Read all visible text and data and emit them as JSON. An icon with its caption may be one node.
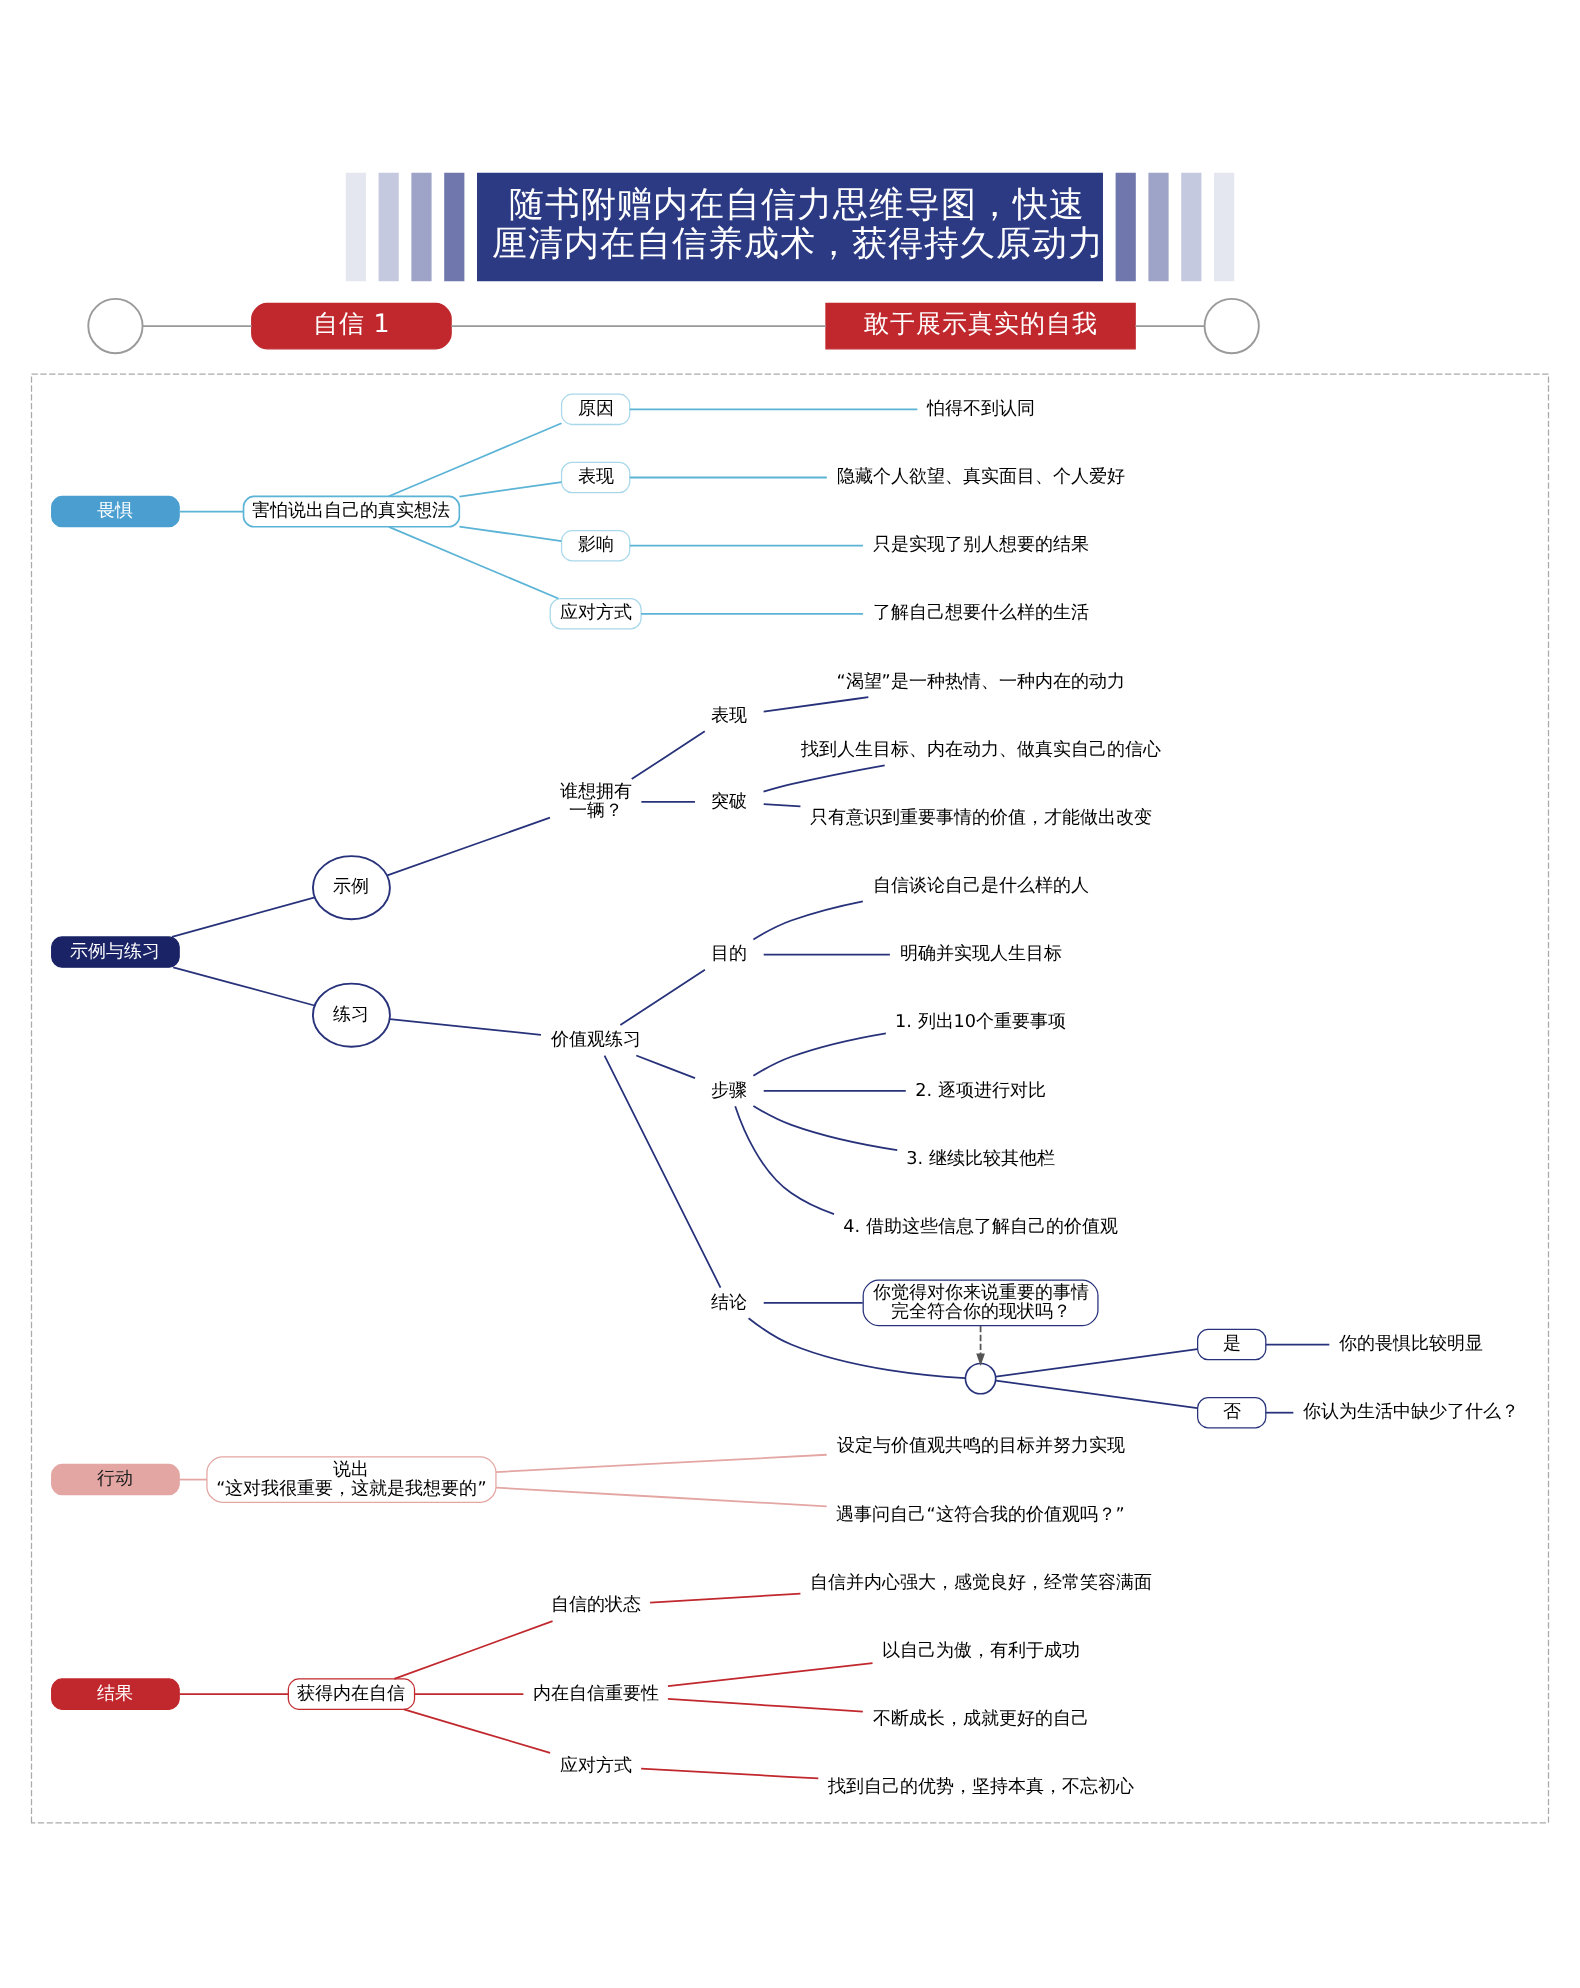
{
  "diagram": {
    "title": "随书附赠内在自信力思维导图，快速厘清内在自信养成术，获得持久原动力",
    "nodes": [
      {
        "text": [],
        "shape": "circle"
      },
      {
        "text": [
          "自信 1"
        ]
      },
      {
        "text": [
          "敢于展示真实的自我"
        ]
      },
      {
        "text": [],
        "shape": "circle"
      },
      {
        "text": [],
        "shape": "box"
      },
      {
        "text": [
          "畏惧"
        ],
        "in": 4
      },
      {
        "text": [
          "害怕说出自己的真实想法"
        ],
        "in": 4
      },
      {
        "text": [
          "原因"
        ],
        "in": 4
      },
      {
        "text": [
          "怕得不到认同"
        ],
        "in": 4
      },
      {
        "text": [
          "表现"
        ],
        "in": 4
      },
      {
        "text": [
          "隐藏个人欲望、真实面目、个人爱好"
        ],
        "in": 4
      },
      {
        "text": [
          "影响"
        ],
        "in": 4
      },
      {
        "text": [
          "只是实现了别人想要的结果"
        ],
        "in": 4
      },
      {
        "text": [
          "应对方式"
        ],
        "in": 4
      },
      {
        "text": [
          "了解自己想要什么样的生活"
        ],
        "in": 4
      },
      {
        "text": [
          "示例与练习"
        ],
        "in": 4
      },
      {
        "text": [
          "示例"
        ],
        "in": 4
      },
      {
        "text": [
          "谁想拥有一辆？"
        ],
        "in": 4
      },
      {
        "text": [
          "表现"
        ],
        "in": 4
      },
      {
        "text": [
          "“渴望”是一种热情、一种内在的动力"
        ],
        "in": 4
      },
      {
        "text": [
          "突破"
        ],
        "in": 4
      },
      {
        "text": [
          "找到人生目标、内在动力、做真实自己的信心"
        ],
        "in": 4
      },
      {
        "text": [
          "只有意识到重要事情的价值，才能做出改变"
        ],
        "in": 4
      },
      {
        "text": [
          "练习"
        ],
        "in": 4
      },
      {
        "text": [
          "价值观练习"
        ],
        "in": 4
      },
      {
        "text": [
          "目的"
        ],
        "in": 4
      },
      {
        "text": [
          "自信谈论自己是什么样的人"
        ],
        "in": 4
      },
      {
        "text": [
          "明确并实现人生目标"
        ],
        "in": 4
      },
      {
        "text": [
          "步骤"
        ],
        "in": 4
      },
      {
        "text": [
          "1. 列出10个重要事项"
        ],
        "in": 4
      },
      {
        "text": [
          "2. 逐项进行对比"
        ],
        "in": 4
      },
      {
        "text": [
          "3. 继续比较其他栏"
        ],
        "in": 4
      },
      {
        "text": [
          "4. 借助这些信息了解自己的价值观"
        ],
        "in": 4
      },
      {
        "text": [
          "结论"
        ],
        "in": 4
      },
      {
        "text": [
          "你觉得对你来说重要的事情完全符合你的现状吗？"
        ],
        "in": 4
      },
      {
        "text": [],
        "shape": "circle",
        "in": 4
      },
      {
        "text": [
          "是"
        ],
        "in": 4
      },
      {
        "text": [
          "你的畏惧比较明显"
        ],
        "in": 4
      },
      {
        "text": [
          "否"
        ],
        "in": 4
      },
      {
        "text": [
          "你认为生活中缺少了什么？"
        ],
        "in": 4
      },
      {
        "text": [
          "行动"
        ],
        "in": 4
      },
      {
        "text": [
          "说出“这对我很重要，这就是我想要的”"
        ],
        "in": 4
      },
      {
        "text": [
          "遇事问自己“这符合我的价值观吗？”"
        ],
        "in": 4
      },
      {
        "text": [
          "设定与价值观共鸣的目标并努力实现"
        ],
        "in": 4
      },
      {
        "text": [
          "结果"
        ],
        "in": 4
      },
      {
        "text": [
          "获得内在自信"
        ],
        "in": 4
      },
      {
        "text": [
          "自信的状态"
        ],
        "in": 4
      },
      {
        "text": [
          "自信并内心强大，感觉良好，经常笑容满面"
        ],
        "in": 4
      },
      {
        "text": [
          "内在自信重要性"
        ],
        "in": 4
      },
      {
        "text": [
          "以自己为傲，有利于成功"
        ],
        "in": 4
      },
      {
        "text": [
          "不断成长，成就更好的自己"
        ],
        "in": 4
      },
      {
        "text": [
          "应对方式"
        ],
        "in": 4
      },
      {
        "text": [
          "找到自己的优势，坚持本真，不忘初心"
        ],
        "in": 4
      }
    ],
    "edges": [
      {
        "from": 0,
        "to": 1,
        "arrow": "none",
        "color": "#999999"
      },
      {
        "from": 1,
        "to": 2,
        "arrow": "none",
        "color": "#999999"
      },
      {
        "from": 2,
        "to": 3,
        "arrow": "none",
        "color": "#999999"
      },
      {
        "from": 5,
        "to": 6,
        "arrow": "none",
        "color": "#5bb3d6"
      },
      {
        "from": 6,
        "to": 13,
        "arrow": "none",
        "color": "#5bb3d6"
      },
      {
        "from": 6,
        "to": 11,
        "arrow": "none",
        "color": "#5bb3d6"
      },
      {
        "from": 6,
        "to": 9,
        "arrow": "none",
        "color": "#5bb3d6"
      },
      {
        "from": 6,
        "to": 7,
        "arrow": "none",
        "color": "#5bb3d6"
      },
      {
        "from": 7,
        "to": 8,
        "arrow": "none",
        "color": "#5bb3d6"
      },
      {
        "from": 9,
        "to": 10,
        "arrow": "none",
        "color": "#5bb3d6"
      },
      {
        "from": 11,
        "to": 12,
        "arrow": "none",
        "color": "#5bb3d6"
      },
      {
        "from": 13,
        "to": 14,
        "arrow": "none",
        "color": "#5bb3d6"
      },
      {
        "from": 15,
        "to": 23,
        "arrow": "none"
      },
      {
        "from": 15,
        "to": 16,
        "arrow": "none"
      },
      {
        "from": 16,
        "to": 17,
        "arrow": "none"
      },
      {
        "from": 17,
        "to": 20,
        "arrow": "none"
      },
      {
        "from": 17,
        "to": 18,
        "arrow": "none"
      },
      {
        "from": 18,
        "to": 19,
        "arrow": "none"
      },
      {
        "from": 20,
        "to": 22,
        "arrow": "none"
      },
      {
        "from": 20,
        "to": 21,
        "arrow": "none"
      },
      {
        "from": 23,
        "to": 24,
        "arrow": "none"
      },
      {
        "from": 24,
        "to": 33,
        "arrow": "none"
      },
      {
        "from": 24,
        "to": 28,
        "arrow": "none"
      },
      {
        "from": 24,
        "to": 25,
        "arrow": "none"
      },
      {
        "from": 25,
        "to": 27,
        "arrow": "none"
      },
      {
        "from": 25,
        "to": 26,
        "arrow": "none"
      },
      {
        "from": 28,
        "to": 32,
        "arrow": "none"
      },
      {
        "from": 28,
        "to": 31,
        "arrow": "none"
      },
      {
        "from": 28,
        "to": 30,
        "arrow": "none"
      },
      {
        "from": 28,
        "to": 29,
        "arrow": "none"
      },
      {
        "from": 33,
        "to": 35,
        "arrow": "none"
      },
      {
        "from": 33,
        "to": 34,
        "arrow": "none"
      },
      {
        "from": 34,
        "to": 35,
        "arrow": "to",
        "style": "dashed",
        "color": "#555555"
      },
      {
        "from": 35,
        "to": 38,
        "arrow": "none"
      },
      {
        "from": 35,
        "to": 36,
        "arrow": "none"
      },
      {
        "from": 36,
        "to": 37,
        "arrow": "none"
      },
      {
        "from": 38,
        "to": 39,
        "arrow": "none"
      },
      {
        "from": 40,
        "to": 41,
        "arrow": "none",
        "color": "#e3a6a3"
      },
      {
        "from": 41,
        "to": 43,
        "arrow": "none",
        "color": "#e3a6a3"
      },
      {
        "from": 41,
        "to": 42,
        "arrow": "none",
        "color": "#e3a6a3"
      },
      {
        "from": 44,
        "to": 45,
        "arrow": "none",
        "color": "#c0282d"
      },
      {
        "from": 45,
        "to": 51,
        "arrow": "none",
        "color": "#c0282d"
      },
      {
        "from": 45,
        "to": 48,
        "arrow": "none",
        "color": "#c0282d"
      },
      {
        "from": 45,
        "to": 46,
        "arrow": "none",
        "color": "#c0282d"
      },
      {
        "from": 46,
        "to": 47,
        "arrow": "none",
        "color": "#c0282d"
      },
      {
        "from": 48,
        "to": 50,
        "arrow": "none",
        "color": "#c0282d"
      },
      {
        "from": 48,
        "to": 49,
        "arrow": "none",
        "color": "#c0282d"
      },
      {
        "from": 51,
        "to": 52,
        "arrow": "none",
        "color": "#c0282d"
      }
    ]
  }
}
